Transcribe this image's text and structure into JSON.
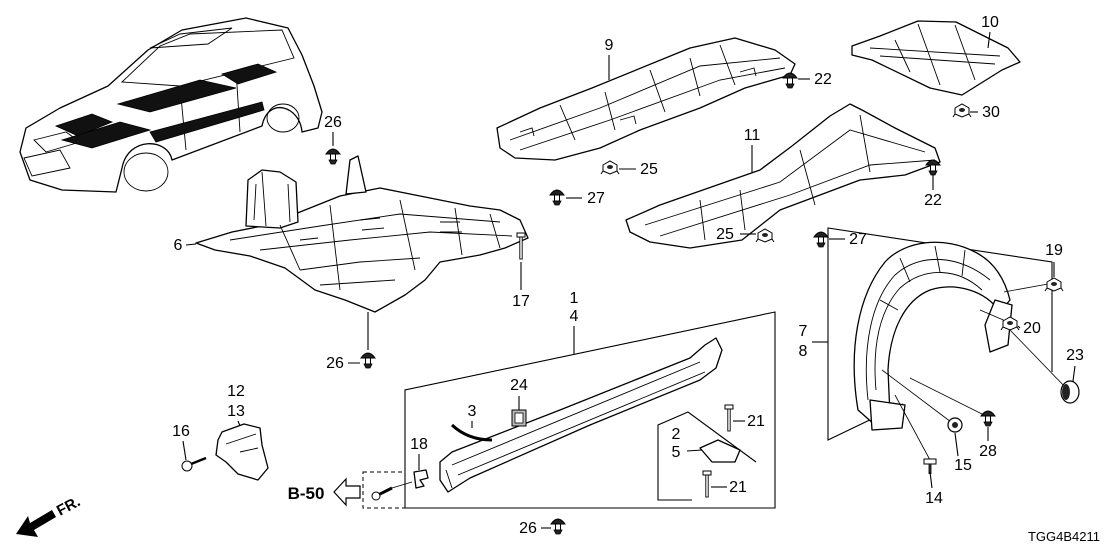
{
  "callouts": [
    "9",
    "10",
    "22",
    "30",
    "11",
    "25",
    "27",
    "22",
    "27",
    "25",
    "26",
    "6",
    "17",
    "1",
    "4",
    "19",
    "7",
    "8",
    "20",
    "23",
    "26",
    "24",
    "3",
    "12",
    "13",
    "16",
    "18",
    "2",
    "5",
    "21",
    "21",
    "15",
    "28",
    "14",
    "26"
  ],
  "reference": "B-50",
  "front_indicator": "FR.",
  "diagram_code": "TGG4B4211"
}
